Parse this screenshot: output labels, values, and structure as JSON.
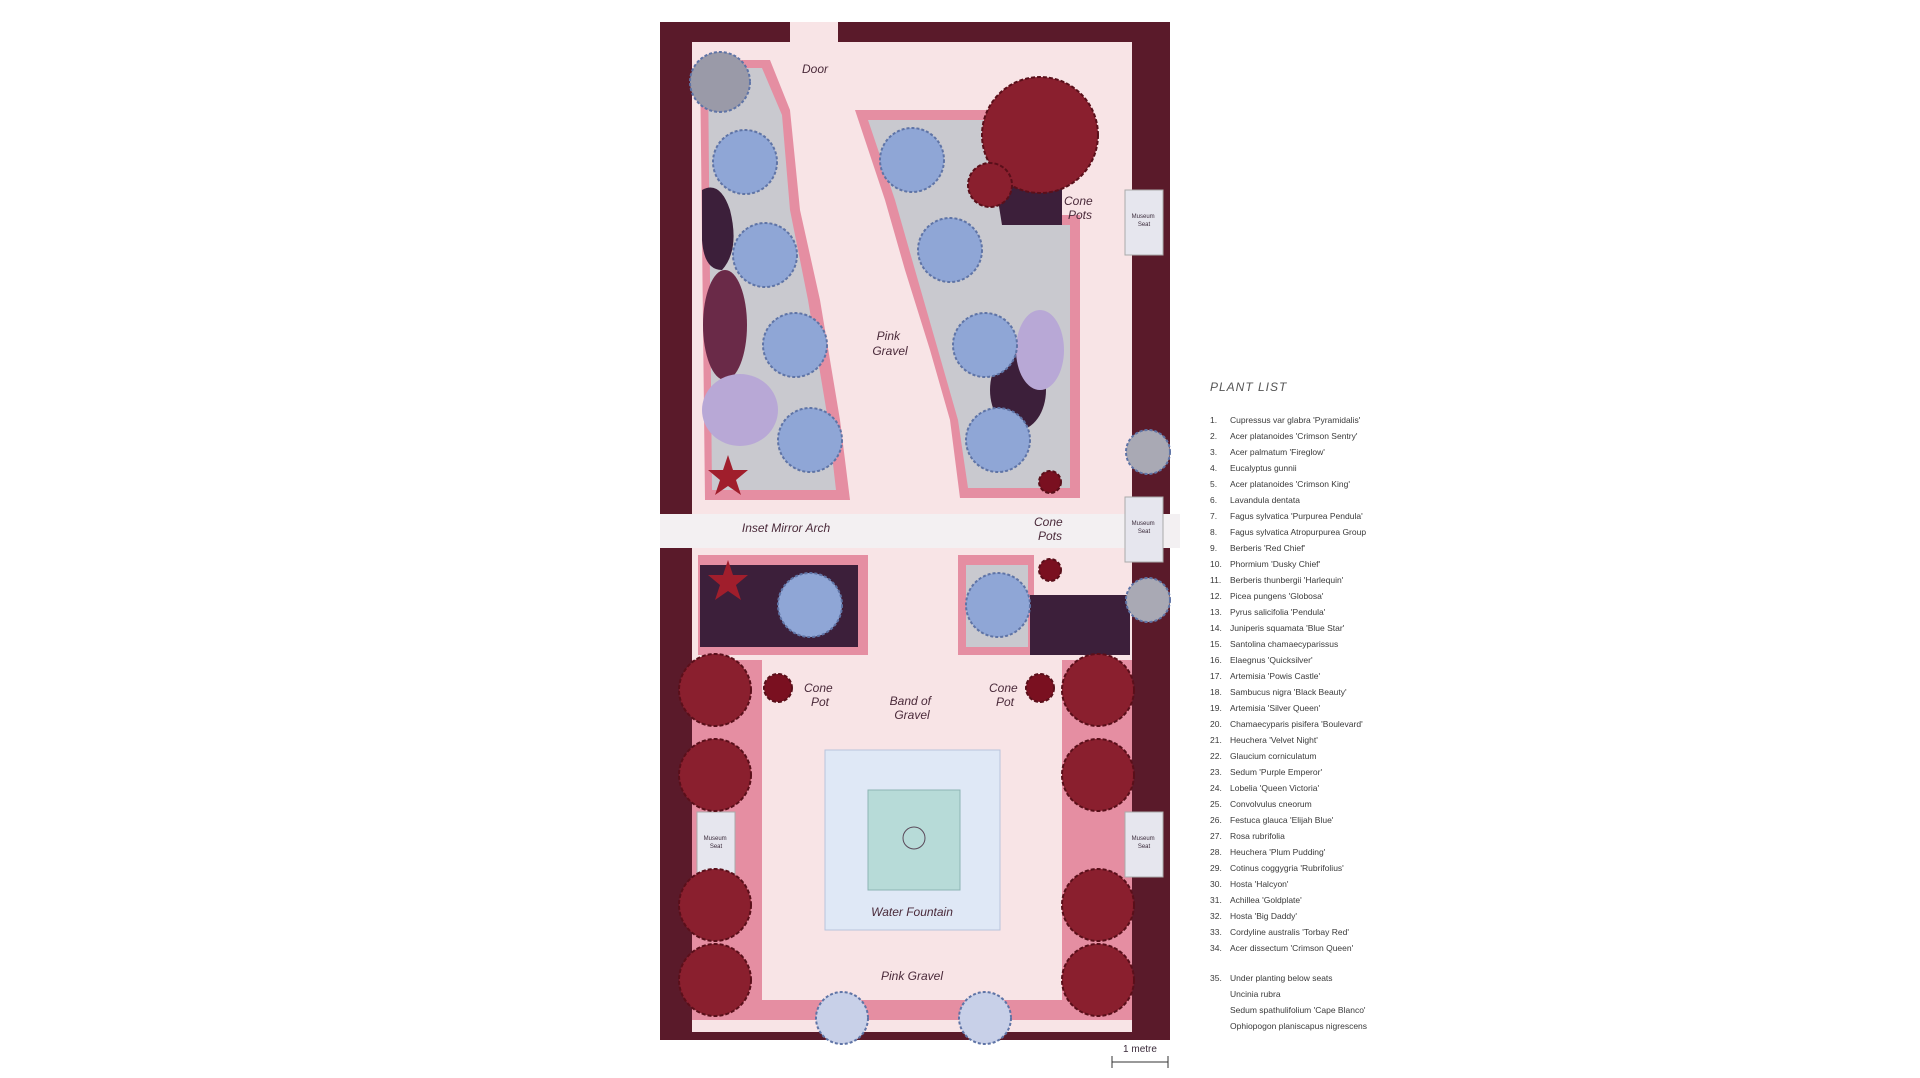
{
  "labels": {
    "door": "Door",
    "cone_pots": "Cone\nPots",
    "cone_pot": "Cone\nPot",
    "pink_gravel": "Pink\nGravel",
    "pink_gravel_bottom": "Pink Gravel",
    "inset_mirror_arch": "Inset Mirror Arch",
    "band_of_gravel": "Band of\nGravel",
    "water_fountain": "Water Fountain",
    "museum_seat": "Museum\nSeat",
    "scale": "1 metre"
  },
  "plant_list": {
    "title": "PLANT LIST",
    "items": [
      {
        "n": "1.",
        "name": "Cupressus var glabra 'Pyramidalis'"
      },
      {
        "n": "2.",
        "name": "Acer platanoides 'Crimson Sentry'"
      },
      {
        "n": "3.",
        "name": "Acer palmatum 'Fireglow'"
      },
      {
        "n": "4.",
        "name": "Eucalyptus gunnii"
      },
      {
        "n": "5.",
        "name": "Acer platanoides 'Crimson King'"
      },
      {
        "n": "6.",
        "name": "Lavandula dentata"
      },
      {
        "n": "7.",
        "name": "Fagus sylvatica 'Purpurea Pendula'"
      },
      {
        "n": "8.",
        "name": "Fagus sylvatica Atropurpurea Group"
      },
      {
        "n": "9.",
        "name": "Berberis 'Red Chief'"
      },
      {
        "n": "10.",
        "name": "Phormium 'Dusky Chief'"
      },
      {
        "n": "11.",
        "name": "Berberis thunbergii 'Harlequin'"
      },
      {
        "n": "12.",
        "name": "Picea pungens 'Globosa'"
      },
      {
        "n": "13.",
        "name": "Pyrus salicifolia 'Pendula'"
      },
      {
        "n": "14.",
        "name": "Juniperis squamata 'Blue Star'"
      },
      {
        "n": "15.",
        "name": "Santolina chamaecyparissus"
      },
      {
        "n": "16.",
        "name": "Elaegnus 'Quicksilver'"
      },
      {
        "n": "17.",
        "name": "Artemisia 'Powis Castle'"
      },
      {
        "n": "18.",
        "name": "Sambucus nigra 'Black Beauty'"
      },
      {
        "n": "19.",
        "name": "Artemisia 'Silver Queen'"
      },
      {
        "n": "20.",
        "name": "Chamaecyparis pisifera 'Boulevard'"
      },
      {
        "n": "21.",
        "name": "Heuchera 'Velvet Night'"
      },
      {
        "n": "22.",
        "name": "Glaucium corniculatum"
      },
      {
        "n": "23.",
        "name": "Sedum 'Purple Emperor'"
      },
      {
        "n": "24.",
        "name": "Lobelia 'Queen Victoria'"
      },
      {
        "n": "25.",
        "name": "Convolvulus cneorum"
      },
      {
        "n": "26.",
        "name": "Festuca glauca 'Elijah Blue'"
      },
      {
        "n": "27.",
        "name": "Rosa rubrifolia"
      },
      {
        "n": "28.",
        "name": "Heuchera 'Plum Pudding'"
      },
      {
        "n": "29.",
        "name": "Cotinus coggygria 'Rubrifolius'"
      },
      {
        "n": "30.",
        "name": "Hosta 'Halcyon'"
      },
      {
        "n": "31.",
        "name": "Achillea 'Goldplate'"
      },
      {
        "n": "32.",
        "name": "Hosta 'Big Daddy'"
      },
      {
        "n": "33.",
        "name": "Cordyline australis 'Torbay Red'"
      },
      {
        "n": "34.",
        "name": "Acer dissectum 'Crimson Queen'"
      }
    ],
    "underplanting": {
      "n": "35.",
      "title": "Under planting below seats",
      "items": [
        "Uncinia rubra",
        "Sedum spathulifolium 'Cape Blanco'",
        "Ophiopogon planiscapus nigrescens"
      ]
    }
  },
  "colors": {
    "wall": "#5a1a2a",
    "gravel": "#f8e4e6",
    "pink_edge": "#e58ea2",
    "blue_shrub": "#8fa6d6",
    "red_tree": "#8a1f2e",
    "dark_purple": "#3c1f3a",
    "grey_bed": "#c9c9cf"
  }
}
